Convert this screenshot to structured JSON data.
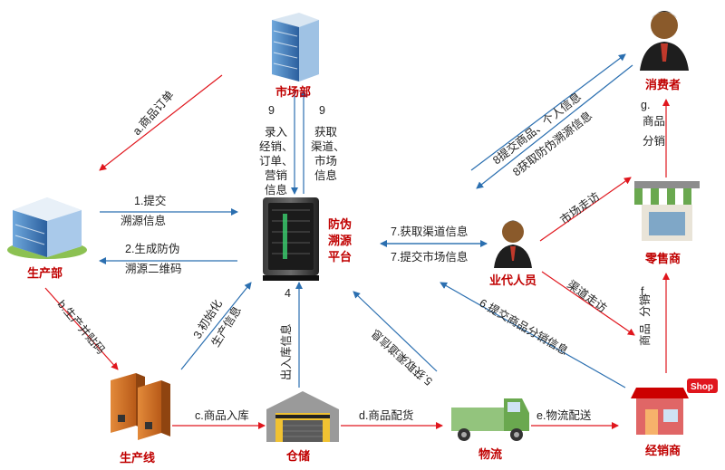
{
  "colors": {
    "red": "#e0161d",
    "blue": "#2b6fb0",
    "node_label": "#c00000"
  },
  "nodes": {
    "market": "市场部",
    "platform": [
      "防伪",
      "溯源",
      "平台"
    ],
    "production": "生产部",
    "agent": "业代人员",
    "consumer": "消费者",
    "retailer": "零售商",
    "line": "生产线",
    "warehouse": "仓储",
    "logistics": "物流",
    "distributor": "经销商"
  },
  "edges": {
    "order": "a.商品订单",
    "submit": [
      "1.提交",
      "溯源信息"
    ],
    "gen": [
      "2.生成防伪",
      "溯源二维码"
    ],
    "b": "b.生产并贴码",
    "init": [
      "3.初始化",
      "生产信息"
    ],
    "c": "c.商品入库",
    "four_num": "4",
    "four_text": "出入库信息",
    "five": "5.获取渠道信息",
    "d": "d.商品配货",
    "e": "e.物流配送",
    "six": "6.提交商品分销信息",
    "seven_get": "7.获取渠道信息",
    "seven_submit": "7.提交市场信息",
    "eight_submit": "8提交商品、个人信息",
    "eight_get": "8获取防伪溯源信息",
    "nine_l_num": "9",
    "nine_l": [
      "录入",
      "经销、",
      "订单、",
      "营销",
      "信息"
    ],
    "nine_r_num": "9",
    "nine_r": [
      "获取",
      "渠道、",
      "市场",
      "信息"
    ],
    "visit_market": "市场走访",
    "visit_channel": "渠道走访",
    "f": [
      "f.",
      "商品",
      "分销"
    ],
    "g": [
      "g.",
      "商品",
      "分销"
    ],
    "shop_sign": "Shop"
  }
}
